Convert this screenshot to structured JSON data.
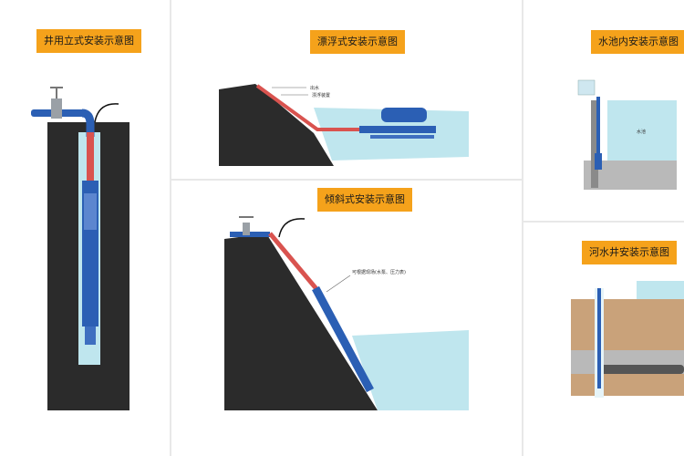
{
  "panels": {
    "vertical": {
      "title": "井用立式安装示意图"
    },
    "floating": {
      "title": "漂浮式安装示意图",
      "label_a": "出水",
      "label_b": "漂浮装置"
    },
    "inclined": {
      "title": "倾斜式安装示意图",
      "label": "可根据现场(水泵、压力表)"
    },
    "pool": {
      "title": "水池内安装示意图",
      "water_label": "水池"
    },
    "river": {
      "title": "河水井安装示意图"
    }
  },
  "colors": {
    "title_bg": "#f5a21b",
    "water": "#bfe6ee",
    "pipe_red": "#d9534f",
    "pump_blue": "#2b5fb4",
    "ground": "#2b2b2b",
    "gravel": "#b9b9b9",
    "soil": "#c9a27a"
  }
}
